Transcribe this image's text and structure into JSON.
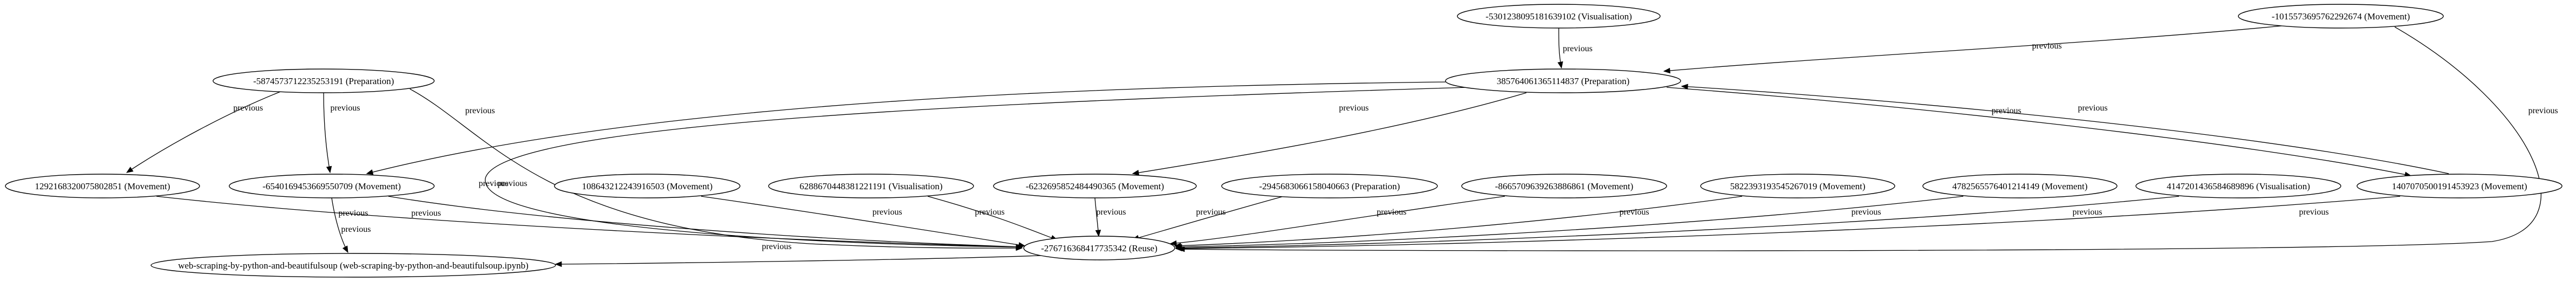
{
  "graph": {
    "nodes": [
      {
        "id": "n_top_vis",
        "label": "-5301238095181639102 (Visualisation)"
      },
      {
        "id": "n_top_mov",
        "label": "-1015573695762292674 (Movement)"
      },
      {
        "id": "n_prep2",
        "label": "-5874573712235253191 (Preparation)"
      },
      {
        "id": "n_hub",
        "label": "385764061365114837 (Preparation)"
      },
      {
        "id": "n_mov_a",
        "label": "129216832007580285​1 (Movement)"
      },
      {
        "id": "n_mov_b",
        "label": "-6540169453669550709 (Movement)"
      },
      {
        "id": "n_mov_c",
        "label": "1086432122439165​03 (Movement)"
      },
      {
        "id": "n_vis_a",
        "label": "628867044838122119​1 (Visualisation)"
      },
      {
        "id": "n_mov_d",
        "label": "-6232695852484490365 (Movement)"
      },
      {
        "id": "n_prep3",
        "label": "-2945683066158040663 (Preparation)"
      },
      {
        "id": "n_mov_e",
        "label": "-8665709639263886861 (Movement)"
      },
      {
        "id": "n_mov_f",
        "label": "582239319354526701​9 (Movement)"
      },
      {
        "id": "n_mov_g",
        "label": "4782565576401214149 (Movement)"
      },
      {
        "id": "n_vis_b",
        "label": "4147201436584689896 (Visualisation)"
      },
      {
        "id": "n_mov_h",
        "label": "1407070500191453923 (Movement)"
      },
      {
        "id": "n_reuse",
        "label": "-2767163684177353​42 (Reuse)"
      },
      {
        "id": "n_nb",
        "label": "web-scraping-by-python-and-beautifulsoup (web-scraping-by-python-and-beautifulsoup.ipynb)"
      }
    ],
    "edges": [
      {
        "from": "n_top_vis",
        "to": "n_hub",
        "label": "previous"
      },
      {
        "from": "n_top_mov",
        "to": "n_hub",
        "label": "previous"
      },
      {
        "from": "n_top_mov",
        "to": "n_reuse",
        "label": "previous"
      },
      {
        "from": "n_prep2",
        "to": "n_mov_a",
        "label": "previous"
      },
      {
        "from": "n_prep2",
        "to": "n_mov_b",
        "label": "previous"
      },
      {
        "from": "n_prep2",
        "to": "n_reuse",
        "label": "previous"
      },
      {
        "from": "n_hub",
        "to": "n_mov_b",
        "label": "previous"
      },
      {
        "from": "n_hub",
        "to": "n_reuse",
        "label": "previous"
      },
      {
        "from": "n_hub",
        "to": "n_mov_d",
        "label": "previous"
      },
      {
        "from": "n_hub",
        "to": "n_mov_h",
        "label": "previous"
      },
      {
        "from": "n_mov_h",
        "to": "n_hub",
        "label": "previous"
      },
      {
        "from": "n_mov_a",
        "to": "n_reuse",
        "label": "previous"
      },
      {
        "from": "n_mov_b",
        "to": "n_reuse",
        "label": "previous"
      },
      {
        "from": "n_mov_b",
        "to": "n_nb",
        "label": "previous"
      },
      {
        "from": "n_mov_c",
        "to": "n_reuse",
        "label": "previous"
      },
      {
        "from": "n_vis_a",
        "to": "n_reuse",
        "label": "previous"
      },
      {
        "from": "n_mov_d",
        "to": "n_reuse",
        "label": "previous"
      },
      {
        "from": "n_prep3",
        "to": "n_reuse",
        "label": "previous"
      },
      {
        "from": "n_mov_e",
        "to": "n_reuse",
        "label": "previous"
      },
      {
        "from": "n_mov_f",
        "to": "n_reuse",
        "label": "previous"
      },
      {
        "from": "n_mov_g",
        "to": "n_reuse",
        "label": "previous"
      },
      {
        "from": "n_vis_b",
        "to": "n_reuse",
        "label": "previous"
      },
      {
        "from": "n_mov_h",
        "to": "n_reuse",
        "label": "previous"
      },
      {
        "from": "n_reuse",
        "to": "n_nb",
        "label": "previous"
      }
    ]
  }
}
